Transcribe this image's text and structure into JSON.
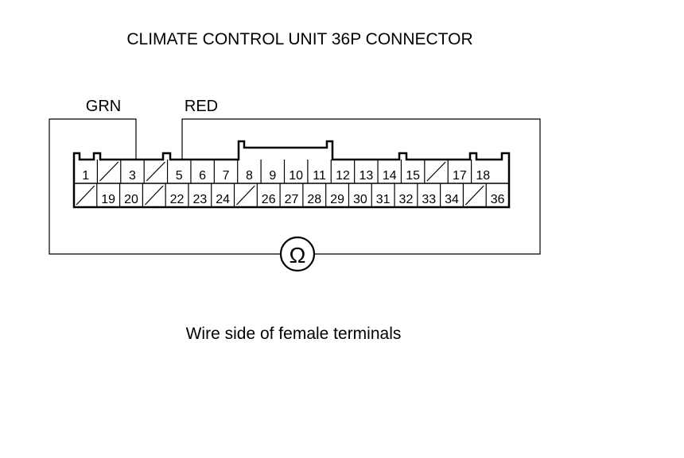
{
  "title": "CLIMATE CONTROL UNIT 36P CONNECTOR",
  "caption": "Wire side of female terminals",
  "probes": {
    "left_wire_color": "GRN",
    "right_wire_color": "RED",
    "meter_symbol": "Ω"
  },
  "connector": {
    "top_row": [
      "1",
      "",
      "3",
      "",
      "5",
      "6",
      "7",
      "8",
      "9",
      "10",
      "11",
      "12",
      "13",
      "14",
      "15",
      "",
      "17",
      "18"
    ],
    "bottom_row": [
      "",
      "19",
      "20",
      "",
      "22",
      "23",
      "24",
      "",
      "26",
      "27",
      "28",
      "29",
      "30",
      "31",
      "32",
      "33",
      "34",
      "",
      "36"
    ]
  }
}
